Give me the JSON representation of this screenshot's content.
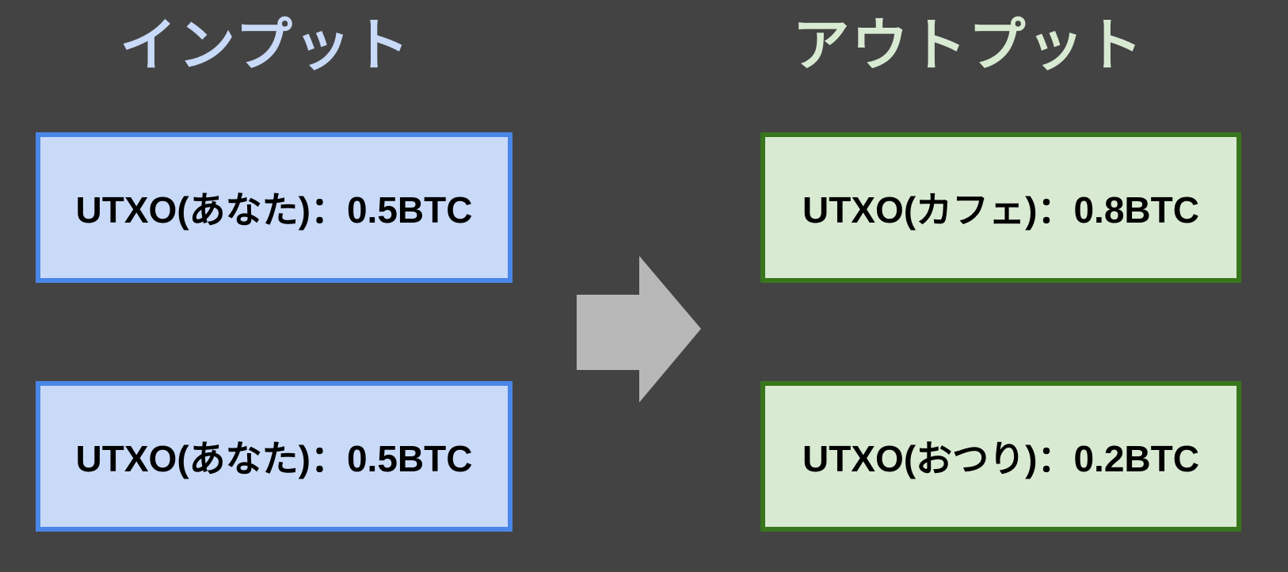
{
  "diagram": {
    "title_left": "インプット",
    "title_right": "アウトプット",
    "inputs": [
      {
        "label": "UTXO(あなた)：0.5BTC"
      },
      {
        "label": "UTXO(あなた)：0.5BTC"
      }
    ],
    "outputs": [
      {
        "label": "UTXO(カフェ)：0.8BTC"
      },
      {
        "label": "UTXO(おつり)：0.2BTC"
      }
    ],
    "arrow_icon": "right-block-arrow",
    "colors": {
      "background": "#434343",
      "input_title": "#c9daf8",
      "output_title": "#d9ead3",
      "input_fill": "#c9daf8",
      "input_border": "#4a86e8",
      "output_fill": "#d9ead3",
      "output_border": "#38761d",
      "arrow": "#b7b7b7",
      "box_text": "#000000"
    }
  }
}
